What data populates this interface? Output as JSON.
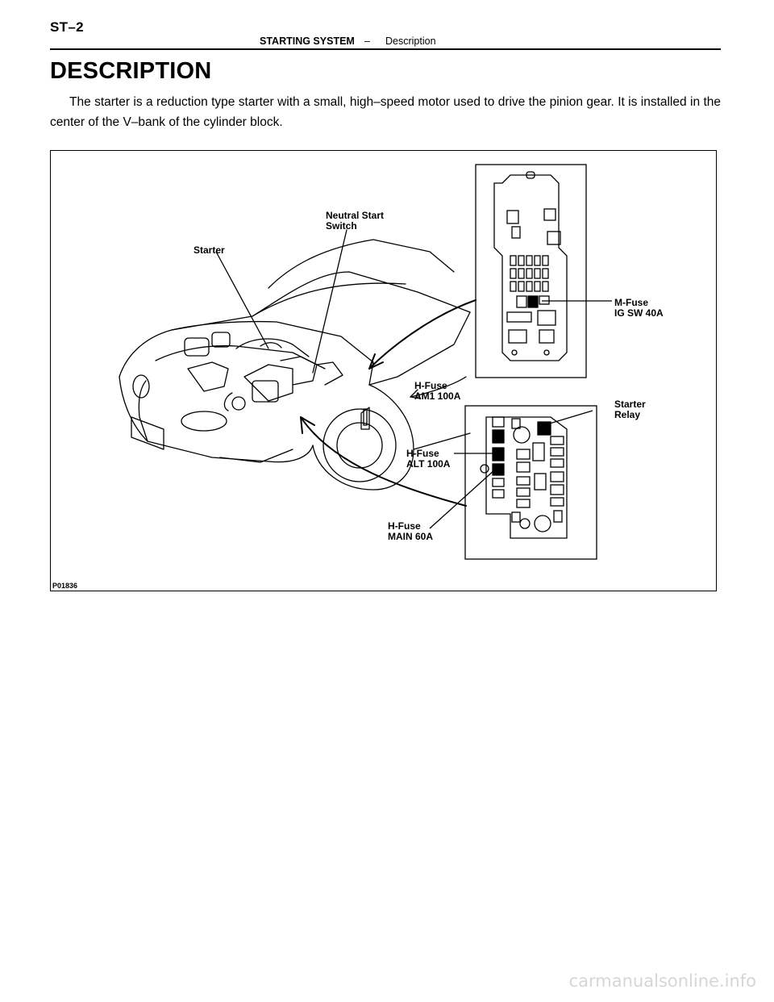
{
  "header": {
    "page_id": "ST–2",
    "section": "STARTING SYSTEM",
    "separator": "–",
    "subsection": "Description"
  },
  "title": "DESCRIPTION",
  "paragraph": "The starter is a reduction type starter with a small, high–speed motor used to drive the pinion gear. It is installed in the center of the V–bank of the cylinder block.",
  "figure": {
    "code": "P01836",
    "labels": {
      "starter": "Starter",
      "neutral_start_switch_l1": "Neutral Start",
      "neutral_start_switch_l2": "Switch",
      "m_fuse_l1": "M-Fuse",
      "m_fuse_l2": "IG SW 40A",
      "h_fuse_am1_l1": "H-Fuse",
      "h_fuse_am1_l2": "AM1 100A",
      "starter_relay_l1": "Starter",
      "starter_relay_l2": "Relay",
      "h_fuse_alt_l1": "H-Fuse",
      "h_fuse_alt_l2": "ALT 100A",
      "h_fuse_main_l1": "H-Fuse",
      "h_fuse_main_l2": "MAIN 60A"
    }
  },
  "watermark": "carmanualsonline.info"
}
